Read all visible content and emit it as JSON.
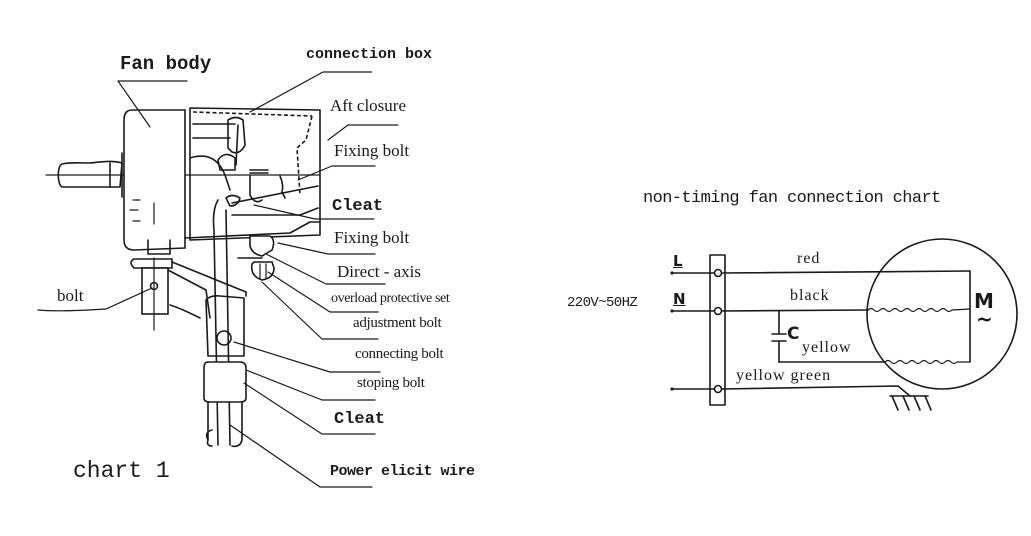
{
  "assembly_diagram": {
    "caption": "chart 1",
    "labels": {
      "fan_body": "Fan body",
      "connection_box": "connection box",
      "aft_closure": "Aft closure",
      "fixing_bolt_upper": "Fixing bolt",
      "cleat_upper": "Cleat",
      "fixing_bolt_lower": "Fixing bolt",
      "direct_axis": "Direct - axis",
      "overload_protective_set": "overload protective set",
      "adjustment_bolt": "adjustment bolt",
      "connecting_bolt": "connecting bolt",
      "stoping_bolt": "stoping bolt",
      "cleat_lower": "Cleat",
      "power_elicit_wire": "Power elicit wire",
      "bolt": "bolt"
    }
  },
  "wiring_diagram": {
    "title": "non-timing fan connection chart",
    "supply": "220V~50HZ",
    "terminals": {
      "line": "L",
      "neutral": "N"
    },
    "wires": {
      "red": "red",
      "black": "black",
      "yellow": "yellow",
      "yellow_green": "yellow green"
    },
    "capacitor": "C",
    "motor": {
      "symbol": "M",
      "ac_symbol": "~"
    }
  }
}
